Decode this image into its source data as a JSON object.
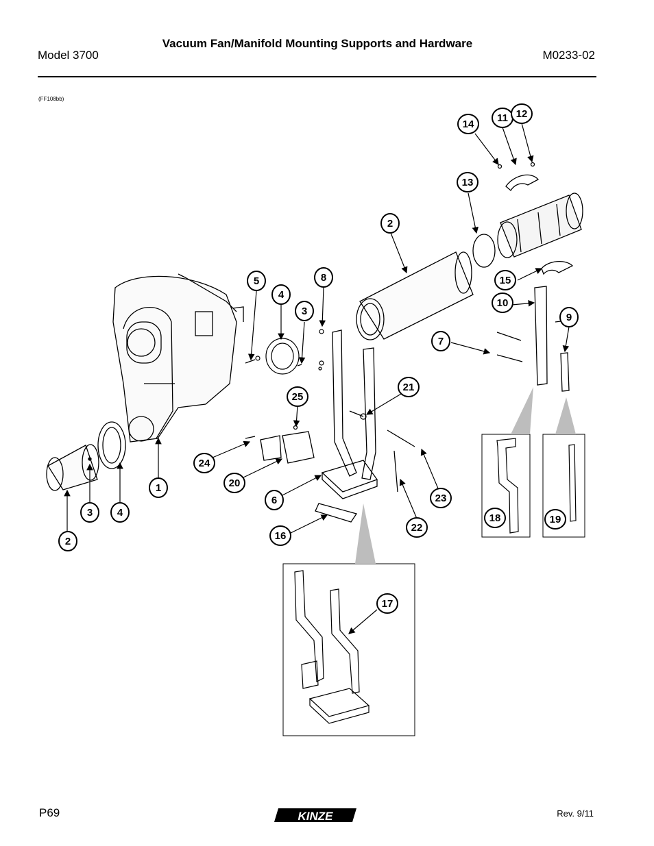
{
  "header": {
    "title": "Vacuum Fan/Manifold Mounting Supports and Hardware",
    "model": "Model 3700",
    "doc_number": "M0233-02"
  },
  "figure": {
    "code": "(FF108bb)",
    "callouts": [
      "1",
      "2",
      "2",
      "3",
      "3",
      "4",
      "4",
      "5",
      "6",
      "7",
      "8",
      "9",
      "10",
      "11",
      "12",
      "13",
      "14",
      "15",
      "16",
      "17",
      "18",
      "19",
      "20",
      "21",
      "22",
      "23",
      "24",
      "25"
    ]
  },
  "footer": {
    "page": "P69",
    "revision": "Rev. 9/11",
    "logo_text": "KINZE"
  }
}
